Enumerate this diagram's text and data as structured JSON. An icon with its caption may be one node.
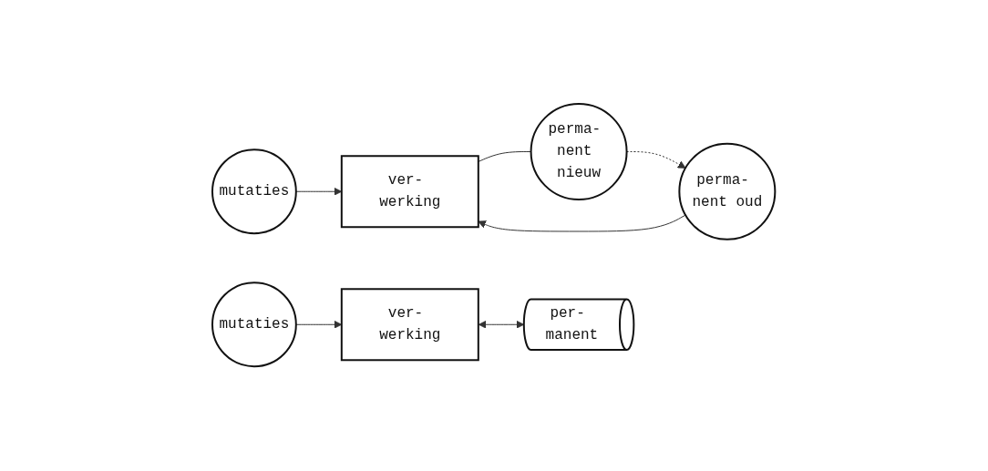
{
  "diagram": {
    "nodes": [
      {
        "text": [
          "mutaties"
        ]
      },
      {
        "text": [
          "perma- nent oud"
        ]
      },
      {
        "text": [
          "ver- werking"
        ]
      },
      {
        "text": [
          "perma- nent nieuw"
        ]
      },
      {
        "text": [
          "mutaties"
        ]
      },
      {
        "text": [
          "ver- werking"
        ]
      },
      {
        "text": [
          "per- manent"
        ]
      }
    ],
    "edges": [
      {
        "from": 0,
        "to": 2,
        "arrow": "to"
      },
      {
        "from": 1,
        "to": 2,
        "arrow": "to"
      },
      {
        "from": 2,
        "to": 3,
        "arrow": "none"
      },
      {
        "from": 3,
        "to": 1,
        "arrow": "to",
        "style": "dashed"
      },
      {
        "from": 4,
        "to": 5,
        "arrow": "to"
      },
      {
        "from": 5,
        "to": 6,
        "arrow": "both"
      }
    ]
  }
}
